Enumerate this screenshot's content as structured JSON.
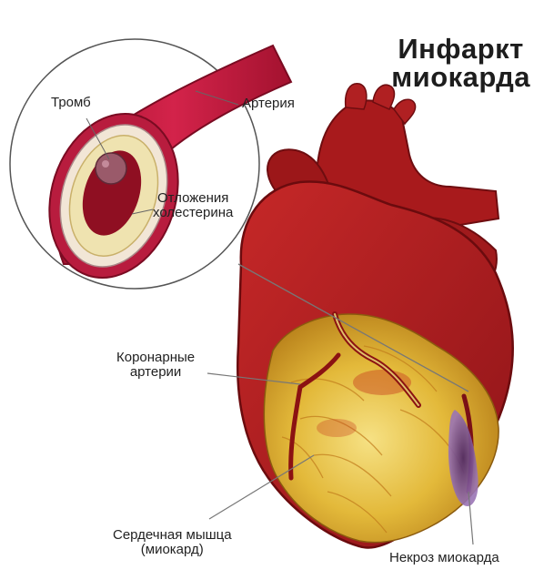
{
  "title": {
    "line1": "Инфаркт",
    "line2": "миокарда"
  },
  "labels": {
    "thrombus": "Тромб",
    "artery": "Артерия",
    "deposits_line1": "Отложения",
    "deposits_line2": "холестерина",
    "coronary_line1": "Коронарные",
    "coronary_line2": "артерии",
    "myocardium_line1": "Сердечная мышца",
    "myocardium_line2": "(миокард)",
    "necrosis": "Некроз миокарда"
  },
  "colors": {
    "heart_red": "#b81f1f",
    "heart_dark": "#7a0f12",
    "muscle_yellow": "#e7c233",
    "necrosis_purple": "#6a3a87",
    "artery_red": "#c21a3c",
    "plaque": "#efe6c8"
  }
}
